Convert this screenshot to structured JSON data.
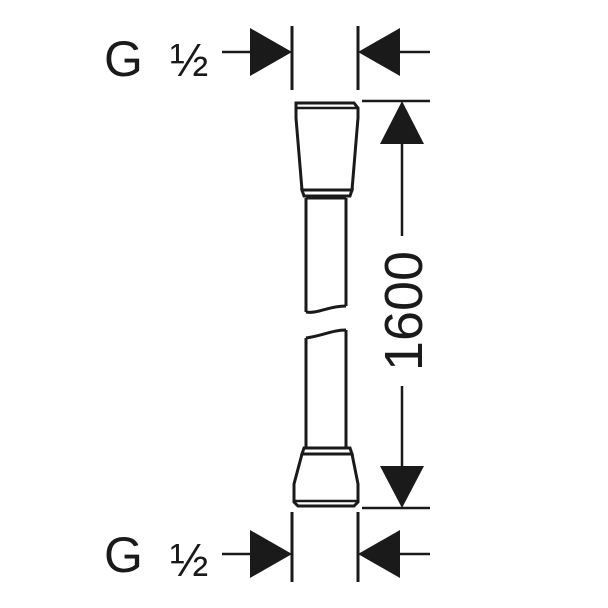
{
  "title": "",
  "labels": {
    "thread_top": {
      "letter": "G",
      "fraction": "½"
    },
    "thread_bottom": {
      "letter": "G",
      "fraction": "½"
    },
    "length_dimension": "1600"
  },
  "colors": {
    "line": "#1a1a1a",
    "background": "#ffffff"
  }
}
